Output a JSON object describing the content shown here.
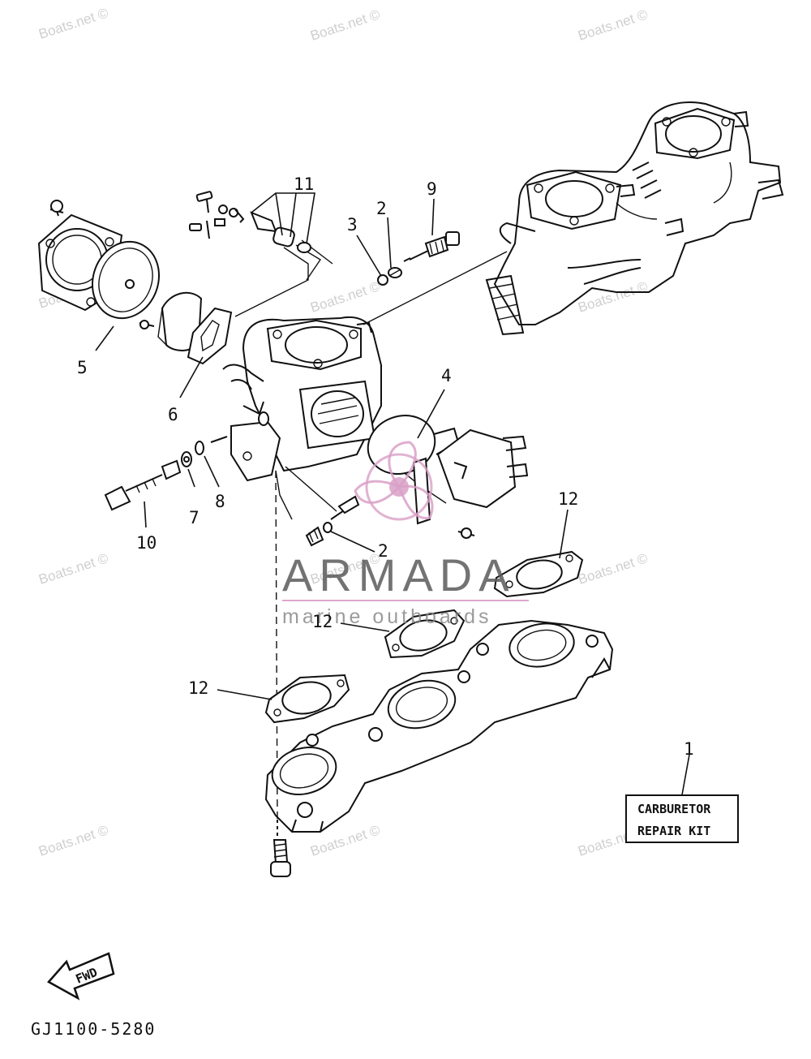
{
  "watermark": "Boats.net ©",
  "brand": {
    "name": "ARMADA",
    "tagline": "marine outboards",
    "accent_color": "#d9a0c7"
  },
  "callouts": {
    "c1": "1",
    "c2a": "2",
    "c2b": "2",
    "c3": "3",
    "c4": "4",
    "c5": "5",
    "c6": "6",
    "c7": "7",
    "c8": "8",
    "c9": "9",
    "c10": "10",
    "c11": "11",
    "c12a": "12",
    "c12b": "12",
    "c12c": "12"
  },
  "kit_box": {
    "line1": "CARBURETOR",
    "line2": "REPAIR KIT"
  },
  "fwd_label": "FWD",
  "diagram_code": "GJ1100-5280"
}
